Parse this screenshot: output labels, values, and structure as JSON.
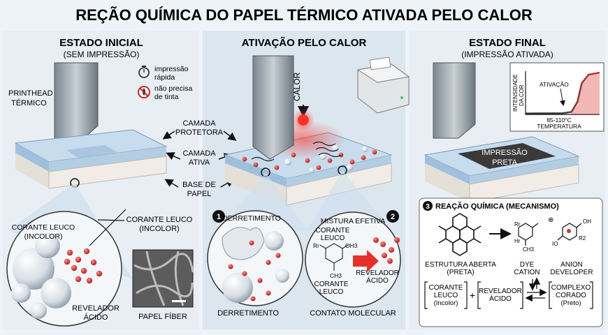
{
  "title": "REÇÃO QUÍMICA DO PAPEL TÉRMICO ATIVADA PELO CALOR",
  "panel_initial": {
    "heading": "ESTADO INICIAL",
    "subheading": "(SEM IMPRESSÃO)",
    "printhead_label_1": "PRINTHEAD",
    "printhead_label_2": "TÉRMICO",
    "badge_fast_1": "impressão",
    "badge_fast_2": "rápida",
    "badge_noink_1": "não precisa",
    "badge_noink_2": "de tinta",
    "leuco_label_1": "CORANTE LEUCO",
    "leuco_label_2": "(INCOLOR)",
    "inner_leuco_1": "CORANTE LEUCO",
    "inner_leuco_2": "(INCOLOR)",
    "developer_label_1": "REVELADOR",
    "developer_label_2": "ÁCIDO",
    "fiber_caption": "PAPEL FÍBER"
  },
  "layers": {
    "protective_1": "CAMADA",
    "protective_2": "PROTETORA",
    "active_1": "CAMADA",
    "active_2": "ATIVA",
    "base_1": "BASE DE",
    "base_2": "PAPEL"
  },
  "panel_heat": {
    "heading": "ATIVAÇÃO PELO CALOR",
    "heat_label": "CALOR",
    "step1_num": "1",
    "step1_label": "DERRETIMENTO",
    "step1_caption": "DERRETIMENTO",
    "step2_num": "2",
    "step2_label": "MISTURA EFETIVA",
    "step2_leuco_1": "CORANTE",
    "step2_leuco_2": "LEUCO",
    "step2_leuco_bottom_1": "CORANTE",
    "step2_leuco_bottom_2": "LEUCO",
    "step2_developer_1": "REVELADOR",
    "step2_developer_2": "ÁCIDO",
    "step2_caption": "CONTATO MOLECULAR",
    "chem_r": "Rr",
    "chem_oh3": "OH3",
    "chem_ch3": "CH3"
  },
  "panel_final": {
    "heading": "ESTADO FINAL",
    "subheading": "(IMPRESSÃO ATIVADA)",
    "print_label_1": "IMPRESSÃO",
    "print_label_2": "PRETA",
    "graph_ylabel_1": "INTENSIDADE",
    "graph_ylabel_2": "DA COR",
    "graph_activation": "ATIVAÇÃO",
    "graph_temp_range": "85-110°C",
    "graph_xlabel": "TEMPERATURA"
  },
  "mechanism": {
    "num": "3",
    "title": "REAÇÃO QUÍMICA (MECANISMO)",
    "open_structure_1": "ESTRUTURA ABERTA",
    "open_structure_2": "(PRETA)",
    "dye_cation_1": "DYE",
    "dye_cation_2": "CATION",
    "anion_1": "ANION",
    "anion_2": "DEVELOPER",
    "chem_rr": "Rr",
    "chem_hr": "Hr",
    "chem_ch3": "CH3",
    "chem_oh": "OH",
    "chem_r2": "R2",
    "chem_io": "IO",
    "chem_plus": "⊕",
    "eq_leuco_1": "CORANTE",
    "eq_leuco_2": "LEUCO",
    "eq_leuco_3": "(Incolor)",
    "eq_plus": "+",
    "eq_dev_1": "REVELADOR",
    "eq_dev_2": "ÁCIDO",
    "eq_complex_1": "COMPLEXO",
    "eq_complex_2": "CORADO",
    "eq_complex_3": "(Preto)"
  },
  "colors": {
    "heat_red": "#e0302a",
    "dark_print": "#3a3a3a",
    "panel_bg": "#e6edf3",
    "layer_blue": "#b9d4ea"
  },
  "chart_data": {
    "type": "line",
    "title": "",
    "xlabel": "TEMPERATURA",
    "ylabel": "INTENSIDADE DA COR",
    "annotation": "ATIVAÇÃO",
    "activation_range_c": [
      85,
      110
    ],
    "points": [
      [
        0,
        0.02
      ],
      [
        0.5,
        0.03
      ],
      [
        0.62,
        0.06
      ],
      [
        0.7,
        0.3
      ],
      [
        0.76,
        0.75
      ],
      [
        0.85,
        0.95
      ],
      [
        1.0,
        1.0
      ]
    ]
  }
}
